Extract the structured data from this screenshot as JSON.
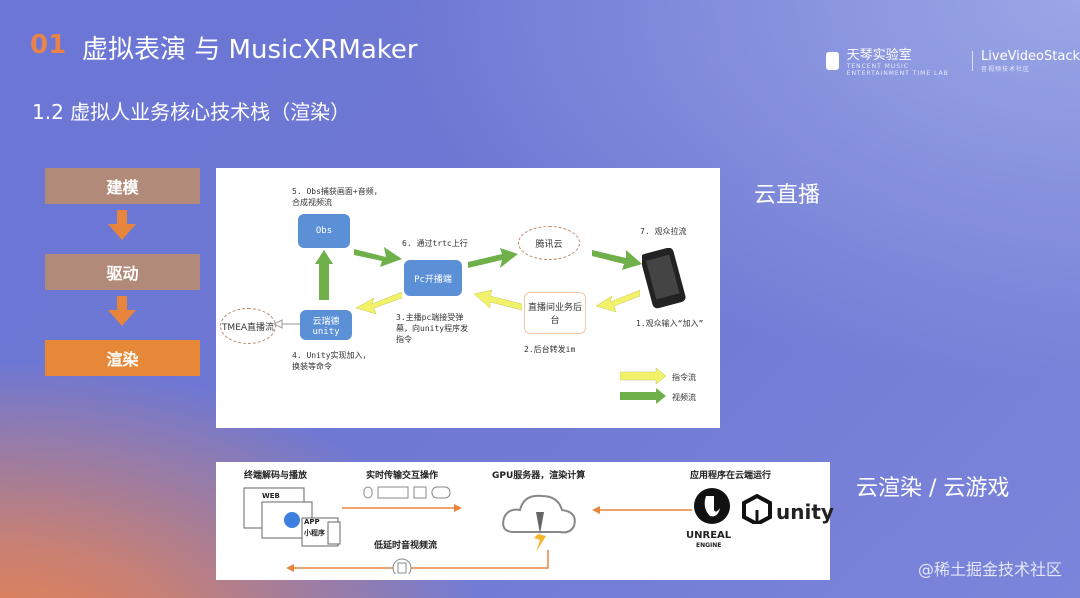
{
  "header": {
    "number": "01",
    "title": "虚拟表演 与 MusicXRMaker",
    "subtitle": "1.2 虚拟人业务核心技术栈（渲染）"
  },
  "logo": {
    "brand1": "天琴实验室",
    "brand1_small": "TENCENT MUSIC ENTERTAINMENT TIME LAB",
    "brand2": "LiveVideoStack",
    "brand2_small": "音视频技术社区"
  },
  "steps": [
    {
      "label": "建模"
    },
    {
      "label": "驱动"
    },
    {
      "label": "渲染"
    }
  ],
  "side_labels": {
    "cloud_live": "云直播",
    "cloud_render": "云渲染 / 云游戏"
  },
  "diagram1": {
    "obs": "Obs",
    "obs_note": "5. Obs捕获画面+音频，合成视频流",
    "pc": "Pc开播端",
    "tencent_cloud": "腾讯云",
    "trtc_note": "6. 通过trtc上行",
    "viewer_note": "7. 观众拉流",
    "input_note": "1.观众输入“加入”",
    "live_backend": "直播间业务后台",
    "im_note": "2.后台转发im",
    "pc_note": "3.主播pc端接受弹幕，向unity程序发指令",
    "unity_box": "云瑞德unity",
    "unity_note": "4. Unity实现加入，换装等命令",
    "tmea": "TMEA直播流",
    "legend_cmd": "指令流",
    "legend_video": "视频流",
    "colors": {
      "cmd": "#f2f26a",
      "video": "#6fb04a",
      "box": "#5b8fd6"
    }
  },
  "diagram2": {
    "decode_title": "终端解码与播放",
    "web": "WEB",
    "app": "APP",
    "miniapp": "小程序",
    "interaction_title": "实时传输交互操作",
    "low_latency": "低延时音视频流",
    "gpu_title": "GPU服务器，渲染计算",
    "cloud_app_title": "应用程序在云端运行",
    "unreal_top": "UNREAL",
    "unreal_bottom": "ENGINE",
    "unity": "unity"
  },
  "watermark": "@稀土掘金技术社区"
}
